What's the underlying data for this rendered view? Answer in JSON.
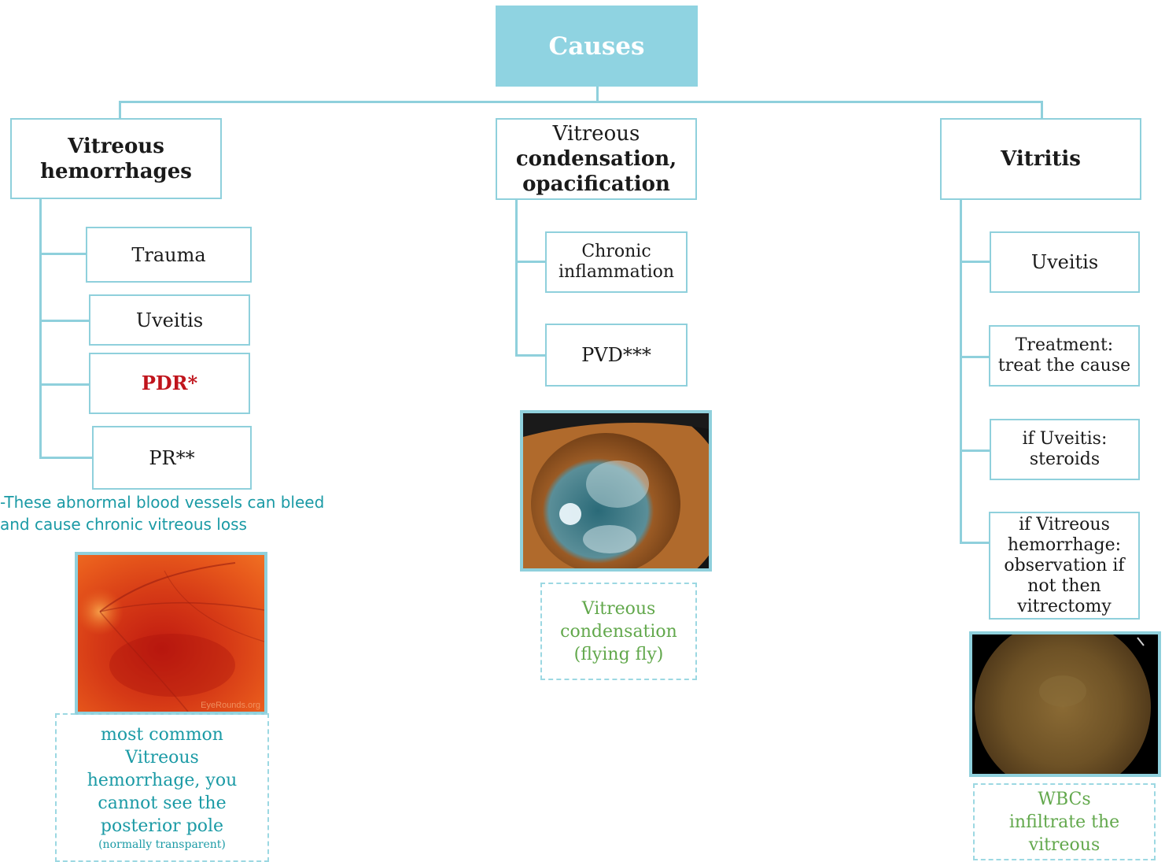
{
  "root": {
    "label": "Causes"
  },
  "branches": [
    {
      "title_pre": "",
      "title_bold": "Vitreous hemorrhages",
      "items": [
        "Trauma",
        "Uveitis",
        "PDR*",
        "PR**"
      ],
      "note": [
        "-These abnormal blood vessels can bleed",
        "and cause chronic vitreous loss"
      ],
      "image": {
        "watermark": "EyeRounds.org"
      },
      "caption": {
        "text": "most common Vitreous hemorrhage, you cannot see the posterior pole",
        "small": "(normally transparent)"
      }
    },
    {
      "title_pre": "Vitreous",
      "title_bold": "condensation, opacification",
      "items": [
        "Chronic inflammation",
        "PVD***"
      ],
      "caption": {
        "text": "Vitreous condensation (flying fly)"
      }
    },
    {
      "title_pre": "",
      "title_bold": "Vitritis",
      "items": [
        "Uveitis",
        "Treatment: treat the cause",
        "if Uveitis: steroids",
        "if Vitreous hemorrhage: observation if not then vitrectomy"
      ],
      "caption": {
        "text": "WBCs infiltrate the vitreous"
      }
    }
  ],
  "colors": {
    "accent": "#8fd0dc",
    "root_fill": "#8fd3e1",
    "highlight": "#c0141c",
    "note_text": "#1a9aa5",
    "caption_green": "#62a84c"
  }
}
